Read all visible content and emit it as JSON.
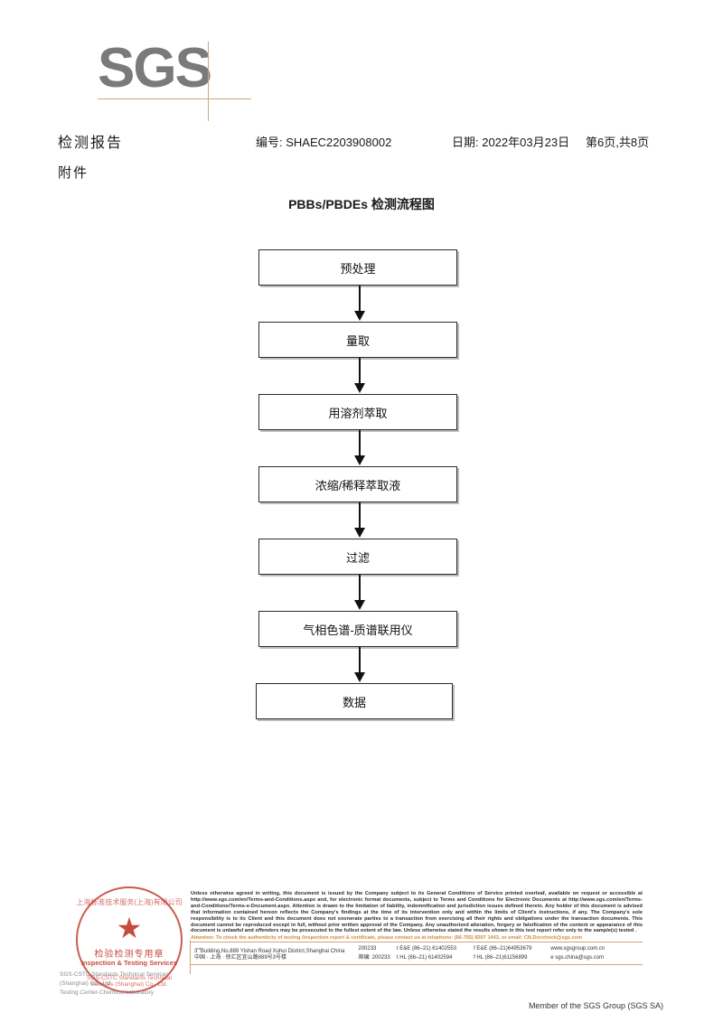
{
  "logo": {
    "text": "SGS",
    "accent_color": "#c9a87c",
    "gray": "#7a7a7a"
  },
  "header": {
    "report_title": "检测报告",
    "report_no": "编号: SHAEC2203908002",
    "report_date": "日期: 2022年03月23日",
    "page_indicator": "第6页,共8页",
    "attachment_label": "附件"
  },
  "flowchart": {
    "title": "PBBs/PBDEs 检测流程图",
    "steps": [
      {
        "label": "预处理"
      },
      {
        "label": "量取"
      },
      {
        "label": "用溶剂萃取"
      },
      {
        "label": "浓缩/稀释萃取液"
      },
      {
        "label": "过滤"
      },
      {
        "label": "气相色谱-质谱联用仪"
      },
      {
        "label": "数据"
      }
    ]
  },
  "stamp": {
    "arc_top": "上海标准技术服务(上海)有限公司",
    "star": "★",
    "cn_label": "检验检测专用章",
    "en_label": "Inspection & Testing Services",
    "arc_bottom": "SGS-CSTC Standards Technical Services (Shanghai) Co., Ltd.",
    "color": "#c0392b"
  },
  "lab_name": {
    "line1": "SGS-CSTC Standards Technical Services (Shanghai) Co., Ltd.",
    "line2": "Testing Center-Chemical Laboratory"
  },
  "footer": {
    "legal": "Unless otherwise agreed in writing, this document is issued by the Company subject to its General Conditions of Service printed overleaf, available on request or accessible at http://www.sgs.com/en/Terms-and-Conditions.aspx and, for electronic format documents, subject to Terms and Conditions for Electronic Documents at http://www.sgs.com/en/Terms-and-Conditions/Terms-e-Document.aspx. Attention is drawn to the limitation of liability, indemnification and jurisdiction issues defined therein. Any holder of this document is advised that information contained hereon reflects the Company's findings at the time of its intervention only and within the limits of Client's instructions, if any. The Company's sole responsibility is to its Client and this document does not exonerate parties to a transaction from exercising all their rights and obligations under the transaction documents. This document cannot be reproduced except in full, without prior written approval of the Company. Any unauthorized alteration, forgery or falsification of the content or appearance of this document is unlawful and offenders may be prosecuted to the fullest extent of the law. Unless otherwise stated the results shown in this test report refer only to the sample(s) tested .",
    "attention": "Attention: To check the authenticity of testing /inspection report & certificate, please contact us at telephone: (86-755) 8307 1443, or email: CN.Doccheck@sgs.com",
    "address_en": "Building,No.889 Yishan Road Xuhui District,Shanghai China",
    "address_en_sup": "rd",
    "address_en_prefix": "3",
    "address_cn": "中国 · 上海 · 徐汇区宜山路889号3号楼",
    "zip_en": "200233",
    "zip_cn": "邮编: 200233",
    "tel1_line1": "t E&E (86–21) 61402553",
    "tel1_line2": "t HL (86–21) 61402594",
    "tel2_line1": "f E&E (86–21)64953679",
    "tel2_line2": "f HL (86–21)61156899",
    "web_line1": "www.sgsgroup.com.cn",
    "web_line2": "e sgs.china@sgs.com",
    "member_line": "Member of the SGS Group (SGS SA)",
    "rule_color": "#c9a87c"
  }
}
